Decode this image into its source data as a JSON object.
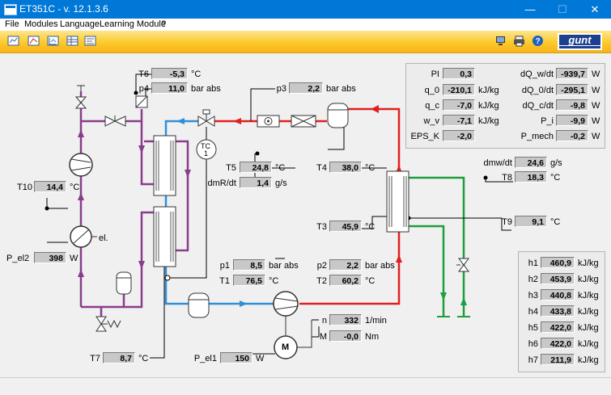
{
  "window": {
    "title": "ET351C - v. 12.1.3.6",
    "minimize": "—",
    "maximize": "☐",
    "close": "✕"
  },
  "menu": {
    "file": "File",
    "modules": "Modules",
    "language": "Language",
    "learning": "Learning Module",
    "help": "?"
  },
  "logo": "gunt",
  "colors": {
    "refrigerant_hot": "#e02020",
    "refrigerant_cold": "#2e8fd8",
    "glycol": "#8a3c8c",
    "water": "#1e9e3c"
  },
  "sensors": {
    "T6": {
      "label": "T6",
      "value": "-5,3",
      "unit": "°C"
    },
    "p4": {
      "label": "p4",
      "value": "11,0",
      "unit": "bar abs"
    },
    "p3": {
      "label": "p3",
      "value": "2,2",
      "unit": "bar abs"
    },
    "T10": {
      "label": "T10",
      "value": "14,4",
      "unit": "°C"
    },
    "T5": {
      "label": "T5",
      "value": "24,8",
      "unit": "°C"
    },
    "dmR": {
      "label": "dmR/dt",
      "value": "1,4",
      "unit": "g/s"
    },
    "T4": {
      "label": "T4",
      "value": "38,0",
      "unit": "°C"
    },
    "dmw": {
      "label": "dmw/dt",
      "value": "24,6",
      "unit": "g/s"
    },
    "T8": {
      "label": "T8",
      "value": "18,3",
      "unit": "°C"
    },
    "T3": {
      "label": "T3",
      "value": "45,9",
      "unit": "°C"
    },
    "T9": {
      "label": "T9",
      "value": "9,1",
      "unit": "°C"
    },
    "P_el2": {
      "label": "P_el2",
      "value": "398",
      "unit": "W"
    },
    "p1": {
      "label": "p1",
      "value": "8,5",
      "unit": "bar abs"
    },
    "T1": {
      "label": "T1",
      "value": "76,5",
      "unit": "°C"
    },
    "p2": {
      "label": "p2",
      "value": "2,2",
      "unit": "bar abs"
    },
    "T2": {
      "label": "T2",
      "value": "60,2",
      "unit": "°C"
    },
    "n": {
      "label": "n",
      "value": "332",
      "unit": "1/min"
    },
    "M": {
      "label": "M",
      "value": "-0,0",
      "unit": "Nm"
    },
    "T7": {
      "label": "T7",
      "value": "8,7",
      "unit": "°C"
    },
    "P_el1": {
      "label": "P_el1",
      "value": "150",
      "unit": "W"
    }
  },
  "component_labels": {
    "tc": "TC",
    "tc_num": "1",
    "el": "el.",
    "motor": "M"
  },
  "results": {
    "left": [
      {
        "label": "PI",
        "value": "0,3",
        "unit": ""
      },
      {
        "label": "q_0",
        "value": "-210,1",
        "unit": "kJ/kg"
      },
      {
        "label": "q_c",
        "value": "-7,0",
        "unit": "kJ/kg"
      },
      {
        "label": "w_v",
        "value": "-7,1",
        "unit": "kJ/kg"
      },
      {
        "label": "EPS_K",
        "value": "-2,0",
        "unit": ""
      }
    ],
    "right": [
      {
        "label": "dQ_w/dt",
        "value": "-939,7",
        "unit": "W"
      },
      {
        "label": "dQ_0/dt",
        "value": "-295,1",
        "unit": "W"
      },
      {
        "label": "dQ_c/dt",
        "value": "-9,8",
        "unit": "W"
      },
      {
        "label": "P_i",
        "value": "-9,9",
        "unit": "W"
      },
      {
        "label": "P_mech",
        "value": "-0,2",
        "unit": "W"
      }
    ]
  },
  "enthalpies": [
    {
      "label": "h1",
      "value": "460,9",
      "unit": "kJ/kg"
    },
    {
      "label": "h2",
      "value": "453,9",
      "unit": "kJ/kg"
    },
    {
      "label": "h3",
      "value": "440,8",
      "unit": "kJ/kg"
    },
    {
      "label": "h4",
      "value": "433,8",
      "unit": "kJ/kg"
    },
    {
      "label": "h5",
      "value": "422,0",
      "unit": "kJ/kg"
    },
    {
      "label": "h6",
      "value": "422,0",
      "unit": "kJ/kg"
    },
    {
      "label": "h7",
      "value": "211,9",
      "unit": "kJ/kg"
    }
  ]
}
